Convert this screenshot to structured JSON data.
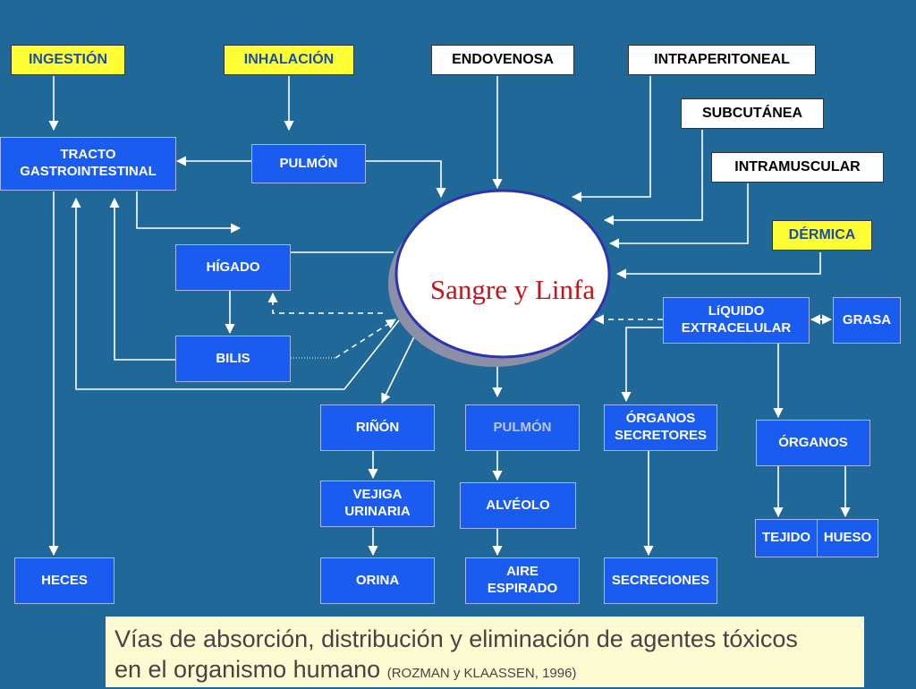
{
  "routes": {
    "ingestion": "INGESTIÓN",
    "inhalation": "INHALACIÓN",
    "endovenous": "ENDOVENOSA",
    "intraperitoneal": "INTRAPERITONEAL",
    "subcutaneous": "SUBCUTÁNEA",
    "intramuscular": "INTRAMUSCULAR",
    "dermal": "DÉRMICA"
  },
  "nodes": {
    "gi_tract_line1": "TRACTO",
    "gi_tract_line2": "GASTROINTESTINAL",
    "lung_top": "PULMÓN",
    "liver": "HÍGADO",
    "bile": "BILIS",
    "kidney": "RIÑÓN",
    "lung_bottom": "PULMÓN",
    "secretory_line1": "ÓRGANOS",
    "secretory_line2": "SECRETORES",
    "ecf_line1": "LíQUIDO",
    "ecf_line2": "EXTRACELULAR",
    "fat": "GRASA",
    "organs": "ÓRGANOS",
    "tissue": "TEJIDO",
    "bone": "HUESO",
    "bladder_line1": "VEJIGA",
    "bladder_line2": "URINARIA",
    "alveolus": "ALVÉOLO",
    "feces": "HECES",
    "urine": "ORINA",
    "exhaled_line1": "AIRE",
    "exhaled_line2": "ESPIRADO",
    "secretions": "SECRECIONES"
  },
  "center": "Sangre y Linfa",
  "caption": {
    "line1": "Vías de absorción, distribución y eliminación de agentes tóxicos",
    "line2": "en el organismo humano",
    "citation": "(ROZMAN y KLAASSEN, 1996)"
  },
  "colors": {
    "background": "#1f6898",
    "node_fill": "#1a5cf0",
    "route_white": "#ffffff",
    "route_yellow": "#ffff33",
    "center_text": "#c0151a",
    "caption_bg": "#fdfbd2"
  }
}
